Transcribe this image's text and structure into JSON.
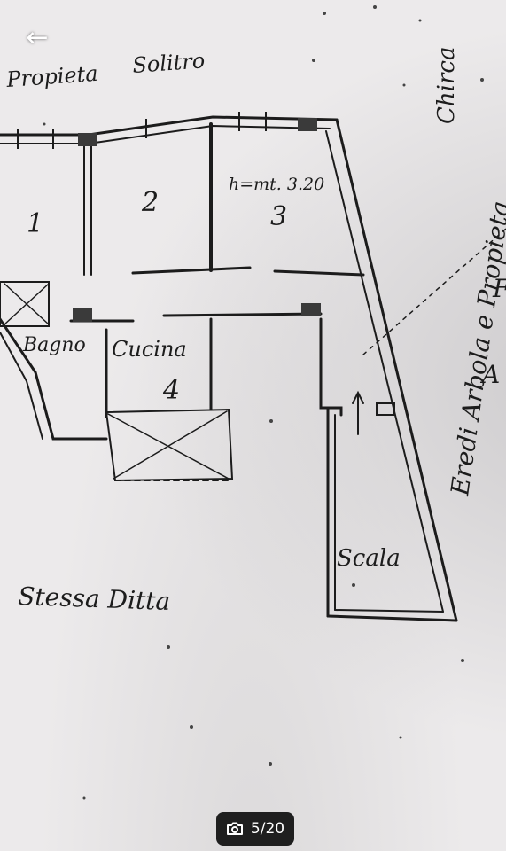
{
  "nav": {
    "back_icon": "arrow-left-icon"
  },
  "plan": {
    "labels": {
      "top_left": "Propieta",
      "top_mid": "Solitro",
      "top_right": "Chirca",
      "right_vertical": "Eredi Arbola e Propieta",
      "room_1": "1",
      "room_2": "2",
      "room_3_height": "h=mt. 3.20",
      "room_3": "3",
      "bagno": "Bagno",
      "cucina": "Cucina",
      "room_4": "4",
      "scala": "Scala",
      "bottom": "Stessa Ditta",
      "edge_f": "F",
      "edge_a": "A"
    }
  },
  "counter": {
    "icon": "camera-icon",
    "text": "5/20"
  },
  "colors": {
    "ink": "#1c1c1c",
    "paper": "#eceaeb",
    "counter_bg": "#1f1f1f"
  }
}
